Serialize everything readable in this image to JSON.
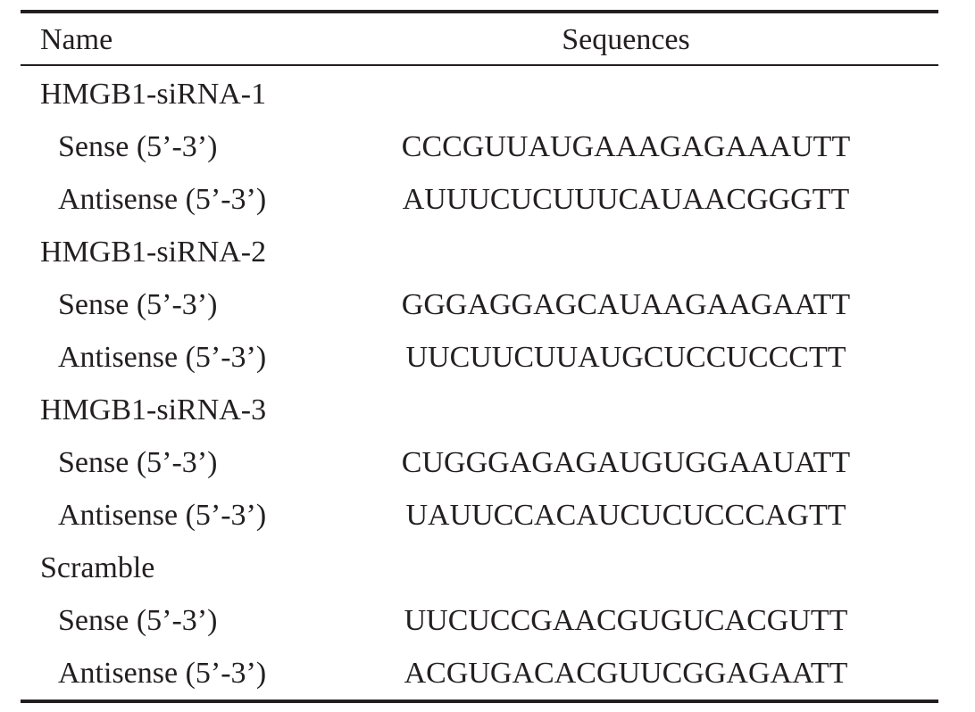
{
  "table": {
    "headers": {
      "name": "Name",
      "sequences": "Sequences"
    },
    "rows": [
      {
        "name": "HMGB1-siRNA-1",
        "sequence": "",
        "indent": false
      },
      {
        "name": "Sense (5’-3’)",
        "sequence": "CCCGUUAUGAAAGAGAAAUTT",
        "indent": true
      },
      {
        "name": "Antisense (5’-3’)",
        "sequence": "AUUUCUCUUUCAUAACGGGTT",
        "indent": true
      },
      {
        "name": "HMGB1-siRNA-2",
        "sequence": "",
        "indent": false
      },
      {
        "name": "Sense (5’-3’)",
        "sequence": "GGGAGGAGCAUAAGAAGAATT",
        "indent": true
      },
      {
        "name": "Antisense (5’-3’)",
        "sequence": "UUCUUCUUAUGCUCCUCCCTT",
        "indent": true
      },
      {
        "name": "HMGB1-siRNA-3",
        "sequence": "",
        "indent": false
      },
      {
        "name": "Sense (5’-3’)",
        "sequence": "CUGGGAGAGAUGUGGAAUATT",
        "indent": true
      },
      {
        "name": "Antisense (5’-3’)",
        "sequence": "UAUUCCACAUCUCUCCCAGTT",
        "indent": true
      },
      {
        "name": "Scramble",
        "sequence": "",
        "indent": false
      },
      {
        "name": "Sense (5’-3’)",
        "sequence": "UUCUCCGAACGUGUCACGUTT",
        "indent": true
      },
      {
        "name": "Antisense (5’-3’)",
        "sequence": "ACGUGACACGUUCGGAGAATT",
        "indent": true
      }
    ]
  }
}
